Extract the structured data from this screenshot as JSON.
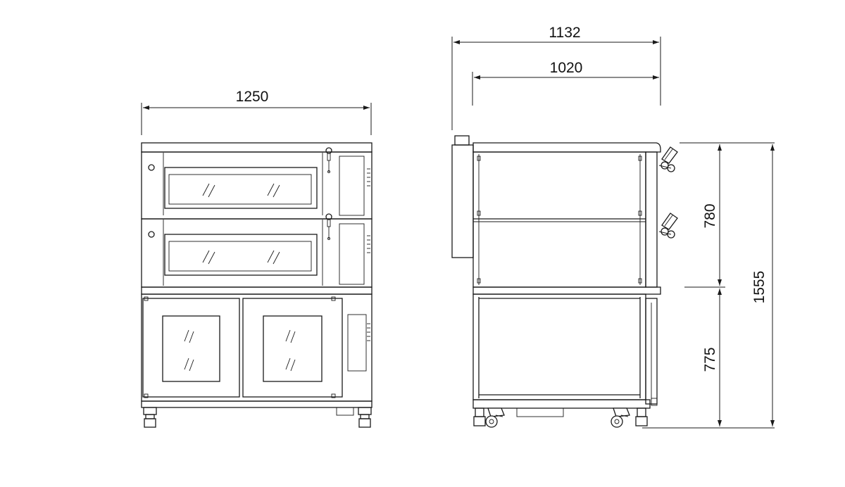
{
  "dimensions": {
    "front_width": "1250",
    "side_depth_overall": "1132",
    "side_depth_body": "1020",
    "deck_section_height": "780",
    "proofer_height": "775",
    "total_height": "1555"
  },
  "colors": {
    "line": "#1a1a1a",
    "background": "#ffffff"
  }
}
